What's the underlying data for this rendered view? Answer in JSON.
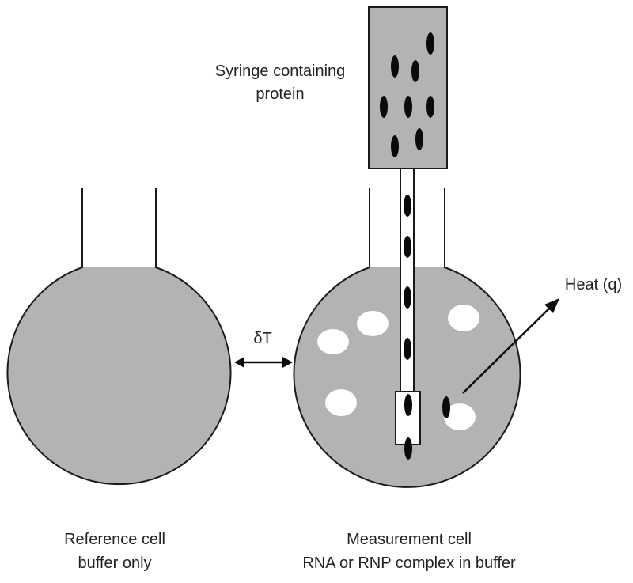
{
  "labels": {
    "syringe_line1": "Syringe containing",
    "syringe_line2": "protein",
    "heat": "Heat (q)",
    "delta_t": "δT",
    "reference_line1": "Reference cell",
    "reference_line2": "buffer only",
    "measurement_line1": "Measurement cell",
    "measurement_line2": "RNA or RNP complex in buffer"
  },
  "colors": {
    "fill": "#b3b3b3",
    "stroke": "#1a1a1a",
    "molecule": "#0a0a0a",
    "bubble": "#ffffff"
  }
}
